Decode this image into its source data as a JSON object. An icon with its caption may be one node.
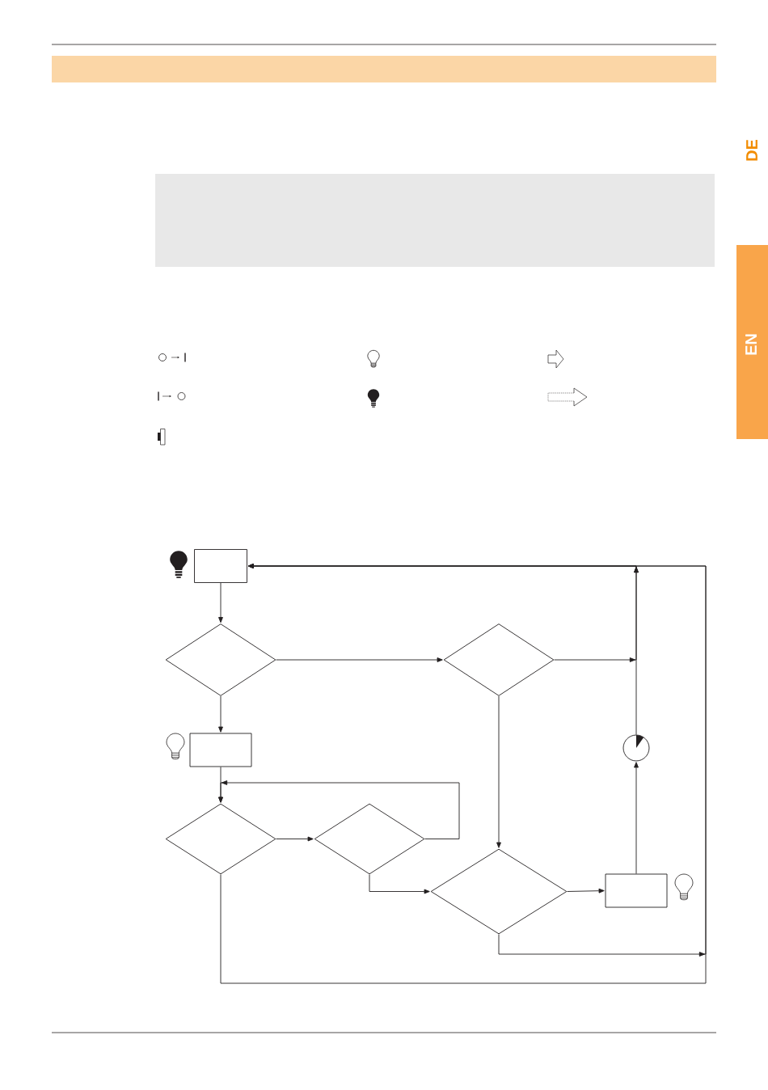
{
  "diagram": {
    "nodes": [
      {
        "text": [],
        "shape": "box"
      },
      {
        "text": [],
        "shape": "diamond"
      },
      {
        "text": [],
        "shape": "diamond"
      },
      {
        "text": [],
        "shape": "box"
      },
      {
        "text": [],
        "shape": "circle"
      },
      {
        "text": [],
        "shape": "diamond"
      },
      {
        "text": [],
        "shape": "diamond"
      },
      {
        "text": [],
        "shape": "diamond"
      },
      {
        "text": [],
        "shape": "box"
      }
    ],
    "edges": [
      {
        "from": 0,
        "to": 1,
        "arrow": "to"
      },
      {
        "from": 1,
        "to": 2,
        "arrow": "to"
      },
      {
        "from": 1,
        "to": 3,
        "arrow": "to"
      },
      {
        "from": 2,
        "to": 0,
        "arrow": "to"
      },
      {
        "from": 2,
        "to": 7,
        "arrow": "to"
      },
      {
        "from": 3,
        "to": 5,
        "arrow": "to"
      },
      {
        "from": 5,
        "to": 6,
        "arrow": "to"
      },
      {
        "from": 6,
        "to": 5,
        "arrow": "to"
      },
      {
        "from": 6,
        "to": 7,
        "arrow": "to"
      },
      {
        "from": 7,
        "to": 8,
        "arrow": "to"
      },
      {
        "from": 8,
        "to": 4,
        "arrow": "to"
      },
      {
        "from": 4,
        "to": 0,
        "arrow": "to"
      },
      {
        "from": 5,
        "to": 0,
        "arrow": "to"
      },
      {
        "from": 7,
        "to": 0,
        "arrow": "to"
      }
    ],
    "labels": [
      "DE",
      "EN"
    ]
  }
}
